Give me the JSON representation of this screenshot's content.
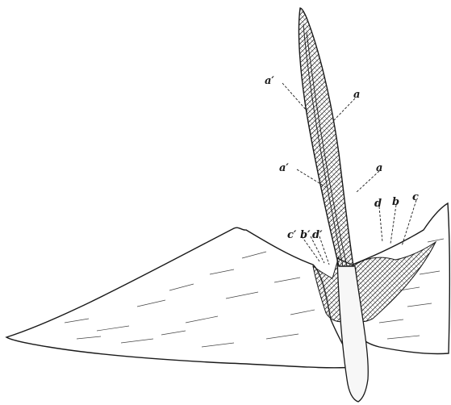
{
  "figure": {
    "labels": {
      "a_prime_upper": "a′",
      "a_upper": "a",
      "a_prime_lower": "a′",
      "a_lower": "a",
      "c_prime": "c′",
      "b_prime": "b′",
      "d_prime": "d′",
      "d": "d",
      "b": "b",
      "c": "c"
    }
  }
}
